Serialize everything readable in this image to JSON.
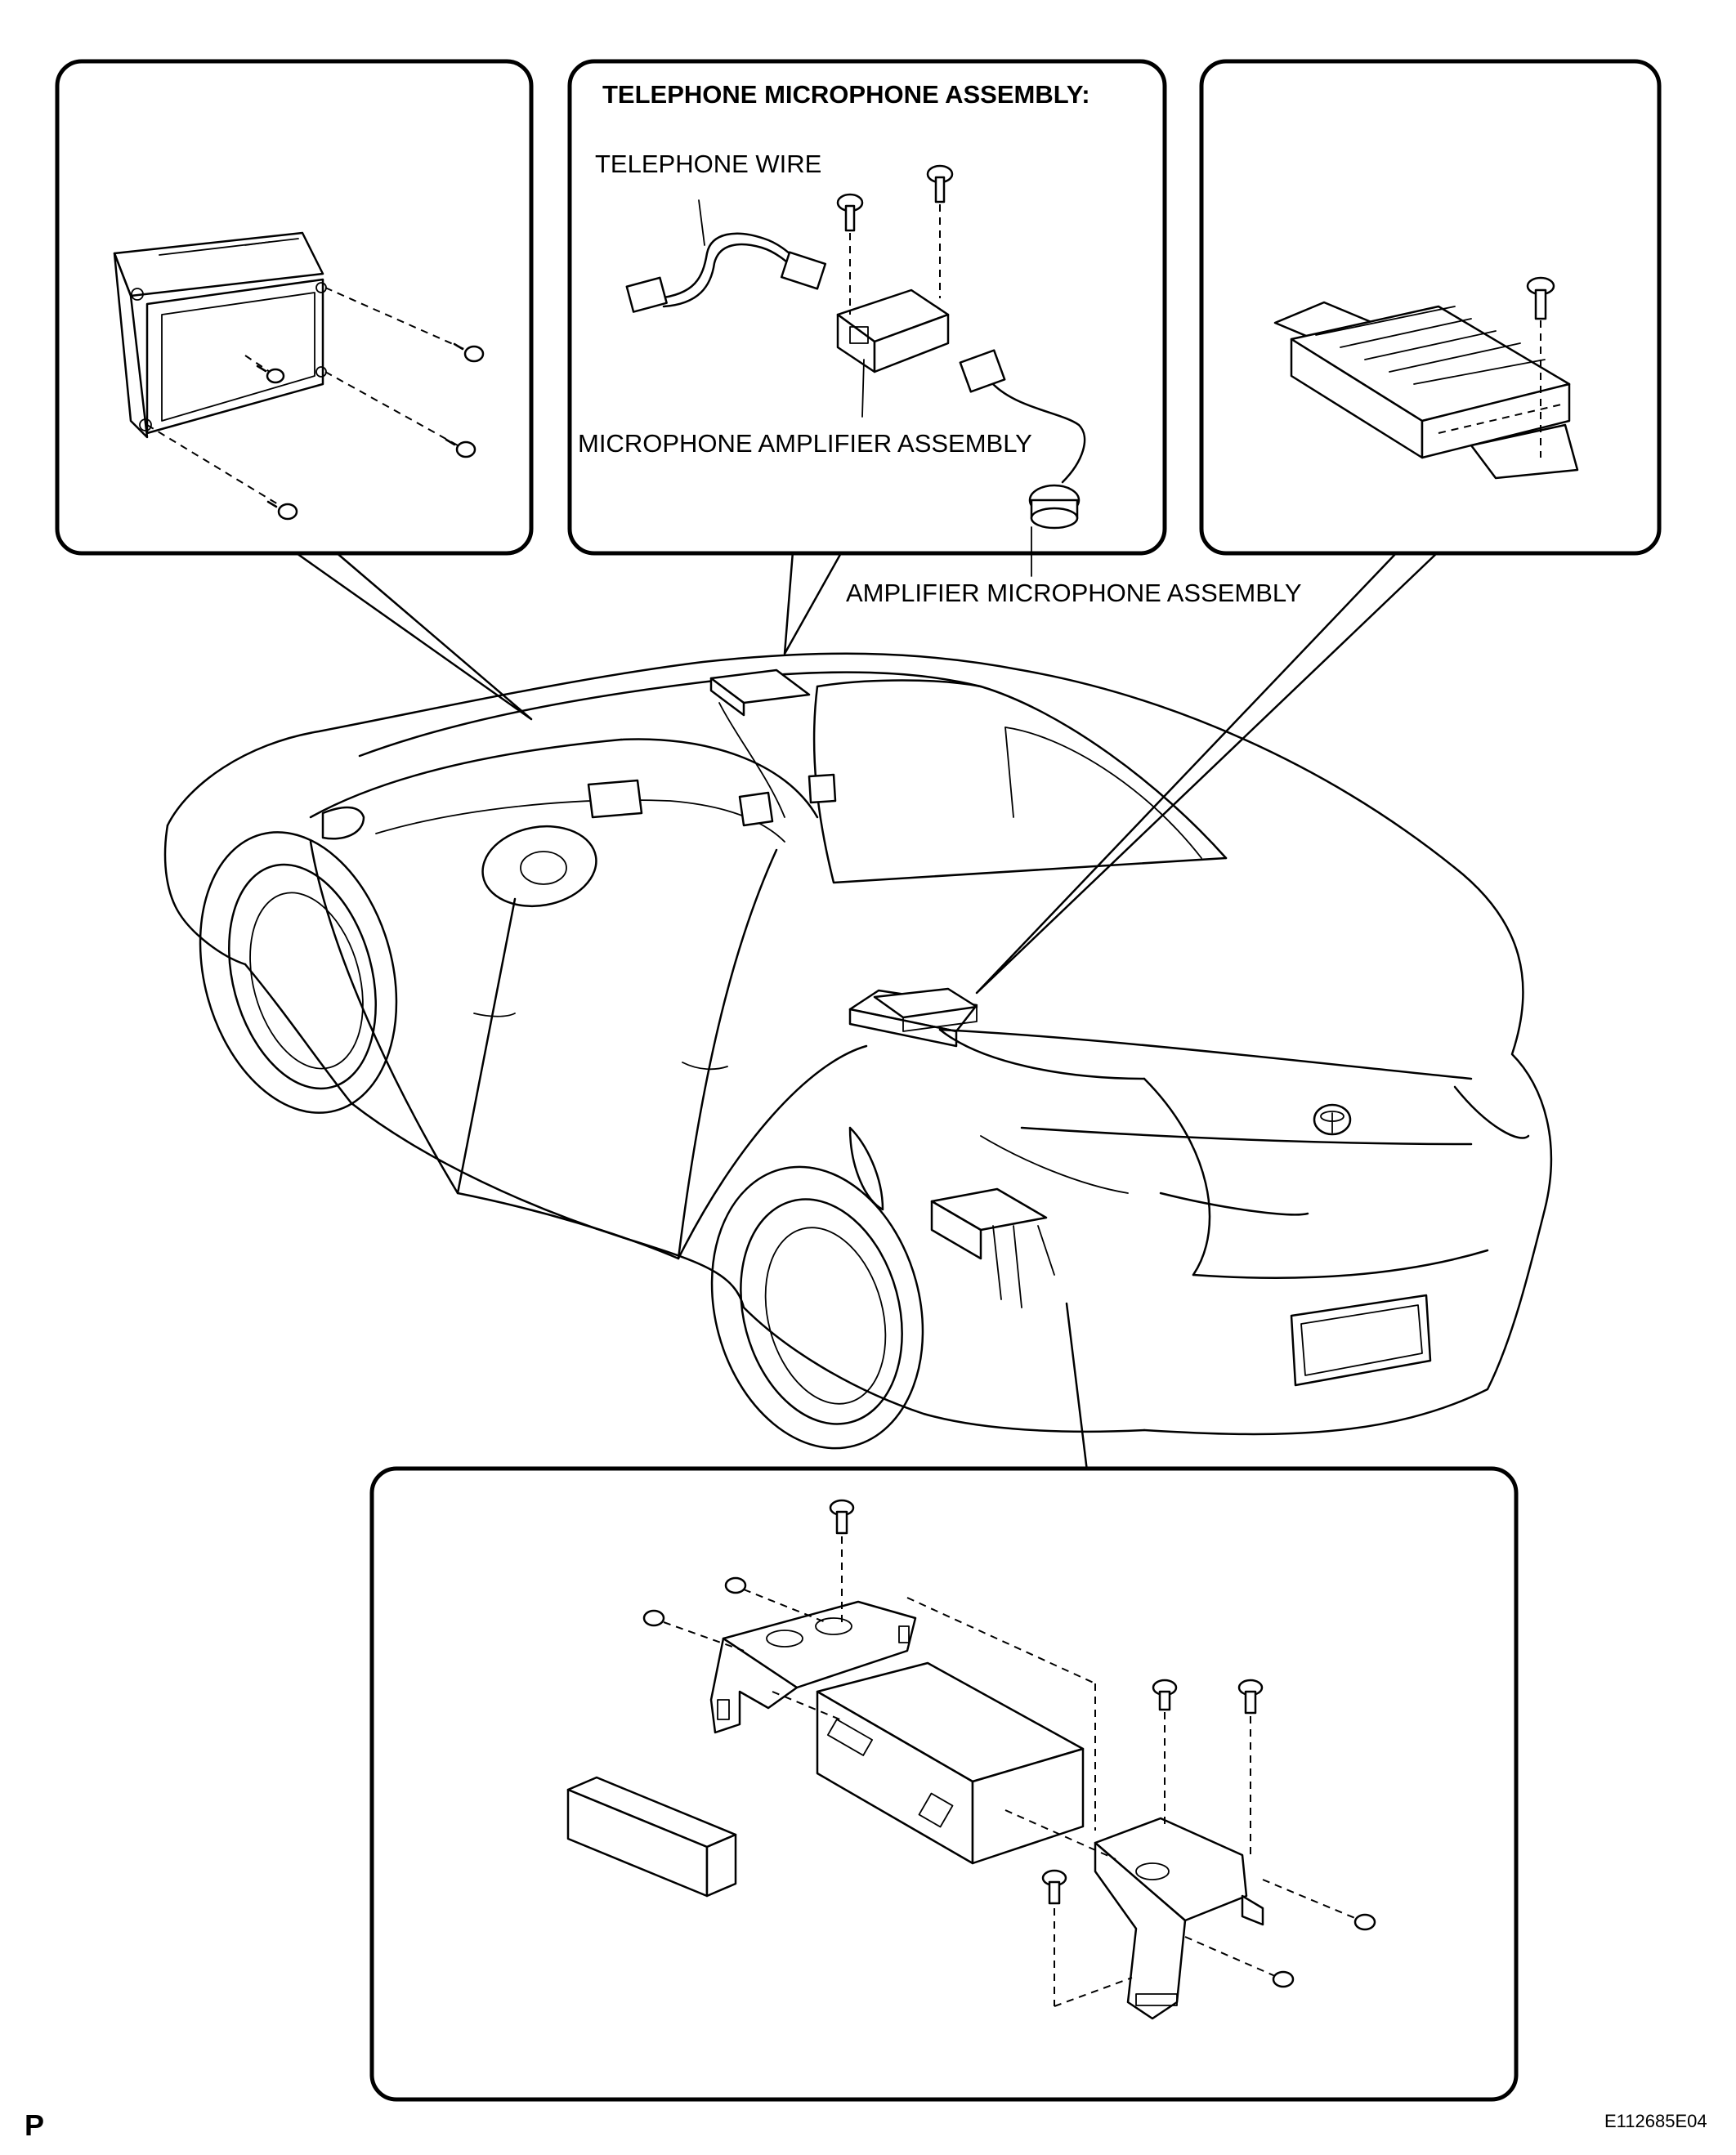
{
  "title": "TELEPHONE MICROPHONE ASSEMBLY:",
  "labels": {
    "telephone_wire": "TELEPHONE WIRE",
    "microphone_amplifier": "MICROPHONE AMPLIFIER ASSEMBLY",
    "amplifier_microphone": "AMPLIFIER MICROPHONE ASSEMBLY"
  },
  "footer": {
    "left_mark": "P",
    "figure_code": "E112685E04"
  }
}
